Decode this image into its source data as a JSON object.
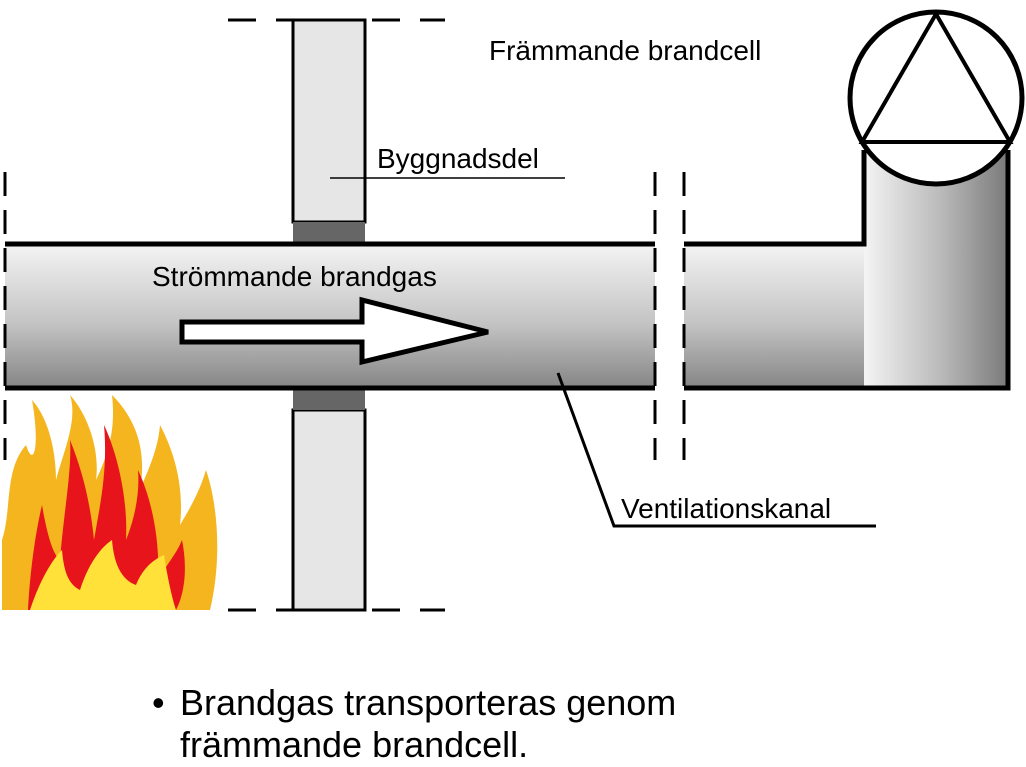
{
  "labels": {
    "foreign_cell": "Främmande brandcell",
    "building_part": "Byggnadsdel",
    "flowing_gas": "Strömmande brandgas",
    "duct": "Ventilationskanal"
  },
  "bullet": {
    "marker": "•",
    "line1": "Brandgas transporteras genom",
    "line2": "främmande brandcell."
  },
  "colors": {
    "duct_light": "#f2f2f2",
    "duct_dark": "#8a8a8a",
    "wall_fill": "#e6e6e6",
    "seal": "#666666",
    "flame_outer": "#f4b51e",
    "flame_red": "#e8141c",
    "flame_yellow": "#ffe13a"
  }
}
